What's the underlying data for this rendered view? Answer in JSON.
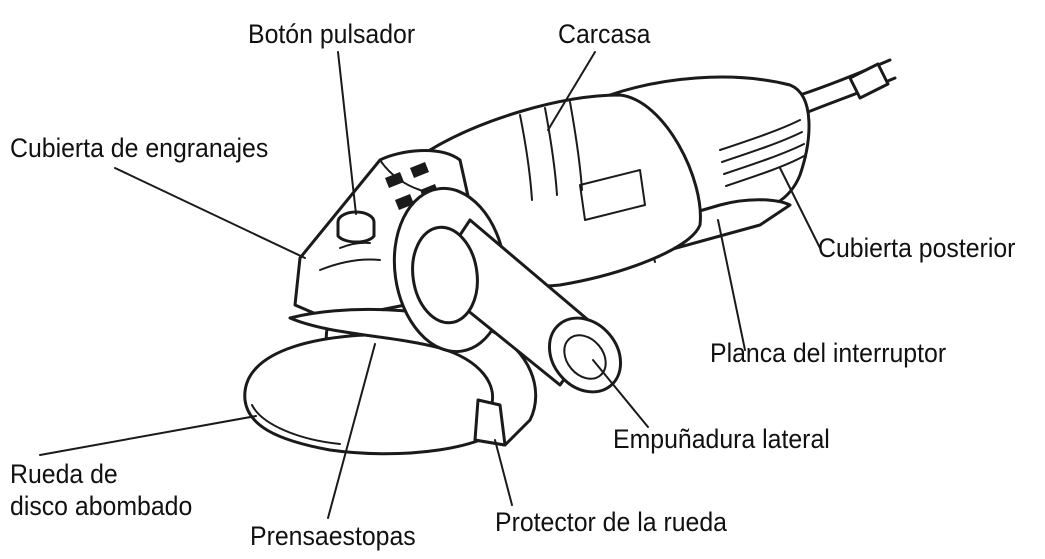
{
  "labels": {
    "push_button": "Botón pulsador",
    "housing": "Carcasa",
    "gear_cover": "Cubierta de engranajes",
    "rear_cover": "Cubierta posterior",
    "switch_lever": "Planca del interruptor",
    "side_grip": "Empuñadura lateral",
    "wheel_line1": "Rueda de",
    "wheel_line2": "disco abombado",
    "packing_gland": "Prensaestopas",
    "wheel_guard": "Protector de la rueda"
  },
  "colors": {
    "ink": "#1a1a1a",
    "background": "#ffffff"
  }
}
